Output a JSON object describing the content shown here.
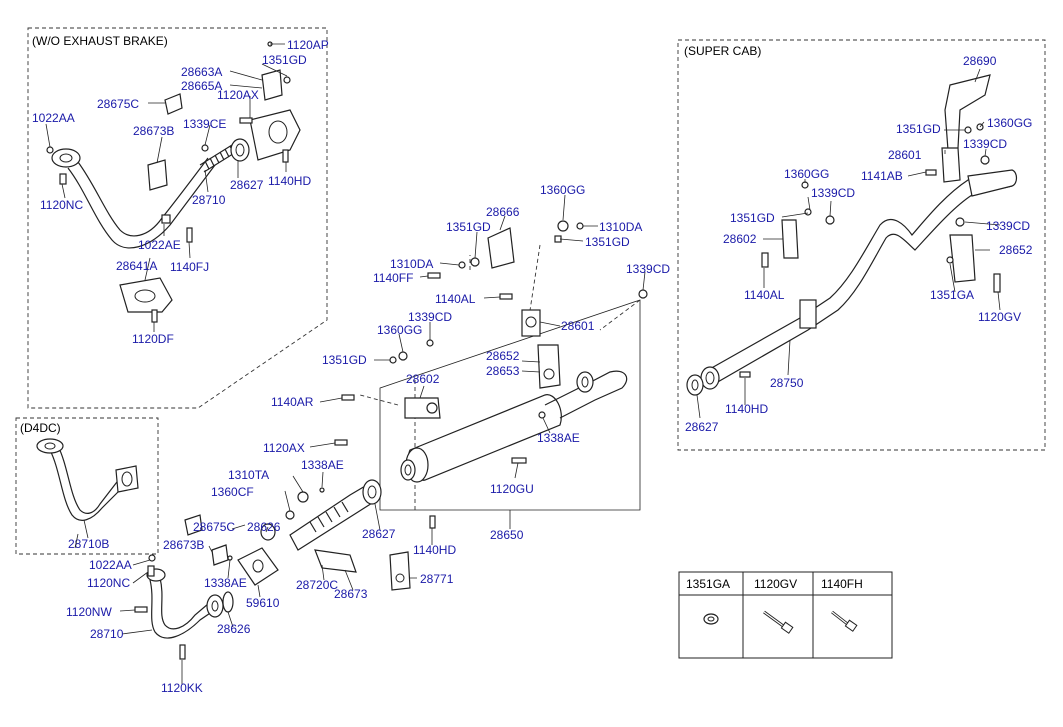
{
  "boxes": {
    "wo_exhaust_brake": "(W/O EXHAUST BRAKE)",
    "super_cab": "(SUPER CAB)",
    "d4dc": "(D4DC)"
  },
  "labels": {
    "l_1120AP": "1120AP",
    "l_1351GD_a": "1351GD",
    "l_28663A": "28663A",
    "l_28665A": "28665A",
    "l_28675C_a": "28675C",
    "l_1120AX_a": "1120AX",
    "l_1022AA_a": "1022AA",
    "l_28673B_a": "28673B",
    "l_1339CE": "1339CE",
    "l_1120NC_a": "1120NC",
    "l_28627_a": "28627",
    "l_1140HD_a": "1140HD",
    "l_28710_a": "28710",
    "l_1022AE": "1022AE",
    "l_1140FJ": "1140FJ",
    "l_28641A": "28641A",
    "l_1120DF": "1120DF",
    "l_28690": "28690",
    "l_1351GD_b": "1351GD",
    "l_1360GG_b": "1360GG",
    "l_28601_b": "28601",
    "l_1339CD_b": "1339CD",
    "l_1141AB": "1141AB",
    "l_1360GG_c": "1360GG",
    "l_1339CD_c": "1339CD",
    "l_1351GD_c": "1351GD",
    "l_1339CD_d": "1339CD",
    "l_28602_b": "28602",
    "l_28652_b": "28652",
    "l_1140AL_b": "1140AL",
    "l_1351GA": "1351GA",
    "l_1120GV": "1120GV",
    "l_28750": "28750",
    "l_1140HD_b": "1140HD",
    "l_28627_b": "28627",
    "l_28666": "28666",
    "l_1360GG_m": "1360GG",
    "l_1351GD_m1": "1351GD",
    "l_1310DA_m1": "1310DA",
    "l_1310DA_m2": "1310DA",
    "l_1351GD_m2": "1351GD",
    "l_1140FF": "1140FF",
    "l_1339CD_m1": "1339CD",
    "l_1140AL_m": "1140AL",
    "l_1339CD_m2": "1339CD",
    "l_28601_m": "28601",
    "l_1360GG_m2": "1360GG",
    "l_1351GD_m3": "1351GD",
    "l_28652_m": "28652",
    "l_28653": "28653",
    "l_28602_m": "28602",
    "l_1140AR": "1140AR",
    "l_1338AE_m": "1338AE",
    "l_1120AX_m": "1120AX",
    "l_1338AE_m2": "1338AE",
    "l_1310TA": "1310TA",
    "l_1360CF": "1360CF",
    "l_1120GU": "1120GU",
    "l_28675C_m": "28675C",
    "l_28626_m1": "28626",
    "l_28673B_m": "28673B",
    "l_28627_m": "28627",
    "l_1140HD_m": "1140HD",
    "l_28650": "28650",
    "l_28710B": "28710B",
    "l_1022AA_m": "1022AA",
    "l_1120NC_m": "1120NC",
    "l_1338AE_m3": "1338AE",
    "l_28720C": "28720C",
    "l_28673_m": "28673",
    "l_28771": "28771",
    "l_59610": "59610",
    "l_1120NW": "1120NW",
    "l_28710_m": "28710",
    "l_28626_m2": "28626",
    "l_1120KK": "1120KK"
  },
  "legend_table": {
    "headers": [
      "1351GA",
      "1120GV",
      "1140FH"
    ],
    "icons": [
      "washer-icon",
      "long-bolt-icon",
      "bolt-icon"
    ]
  }
}
